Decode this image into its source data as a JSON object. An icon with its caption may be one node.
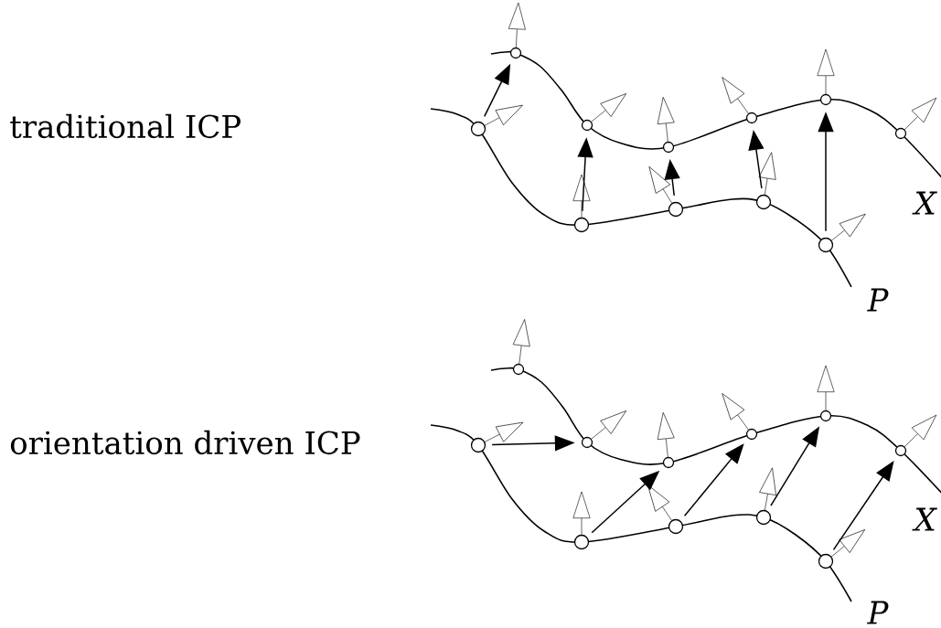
{
  "diagram": {
    "nodes": [
      {
        "text": [],
        "shape": "circle"
      },
      {
        "text": [],
        "shape": "circle"
      },
      {
        "text": [],
        "shape": "circle"
      },
      {
        "text": [],
        "shape": "circle"
      },
      {
        "text": [],
        "shape": "circle"
      },
      {
        "text": [],
        "shape": "circle"
      },
      {
        "text": [],
        "shape": "circle"
      },
      {
        "text": [],
        "shape": "circle"
      },
      {
        "text": [],
        "shape": "circle"
      },
      {
        "text": [],
        "shape": "circle"
      },
      {
        "text": [],
        "shape": "circle"
      },
      {
        "text": [],
        "shape": "circle"
      },
      {
        "text": [],
        "shape": "circle"
      },
      {
        "text": [],
        "shape": "circle"
      },
      {
        "text": [],
        "shape": "circle"
      },
      {
        "text": [],
        "shape": "circle"
      },
      {
        "text": [],
        "shape": "circle"
      },
      {
        "text": [],
        "shape": "circle"
      },
      {
        "text": [],
        "shape": "circle"
      },
      {
        "text": [],
        "shape": "circle"
      },
      {
        "text": [],
        "shape": "circle"
      },
      {
        "text": [],
        "shape": "circle"
      }
    ],
    "edges": [
      {
        "from": 6,
        "to": 0,
        "arrow": "to"
      },
      {
        "from": 7,
        "to": 1,
        "arrow": "to"
      },
      {
        "from": 8,
        "to": 2,
        "arrow": "to"
      },
      {
        "from": 9,
        "to": 3,
        "arrow": "to"
      },
      {
        "from": 10,
        "to": 4,
        "arrow": "to"
      },
      {
        "from": 17,
        "to": 12,
        "arrow": "to"
      },
      {
        "from": 18,
        "to": 13,
        "arrow": "to"
      },
      {
        "from": 19,
        "to": 14,
        "arrow": "to"
      },
      {
        "from": 20,
        "to": 15,
        "arrow": "to"
      },
      {
        "from": 21,
        "to": 16,
        "arrow": "to"
      }
    ],
    "labels": [
      "traditional ICP",
      "X",
      "P",
      "orientation driven ICP",
      "X",
      "P"
    ]
  }
}
